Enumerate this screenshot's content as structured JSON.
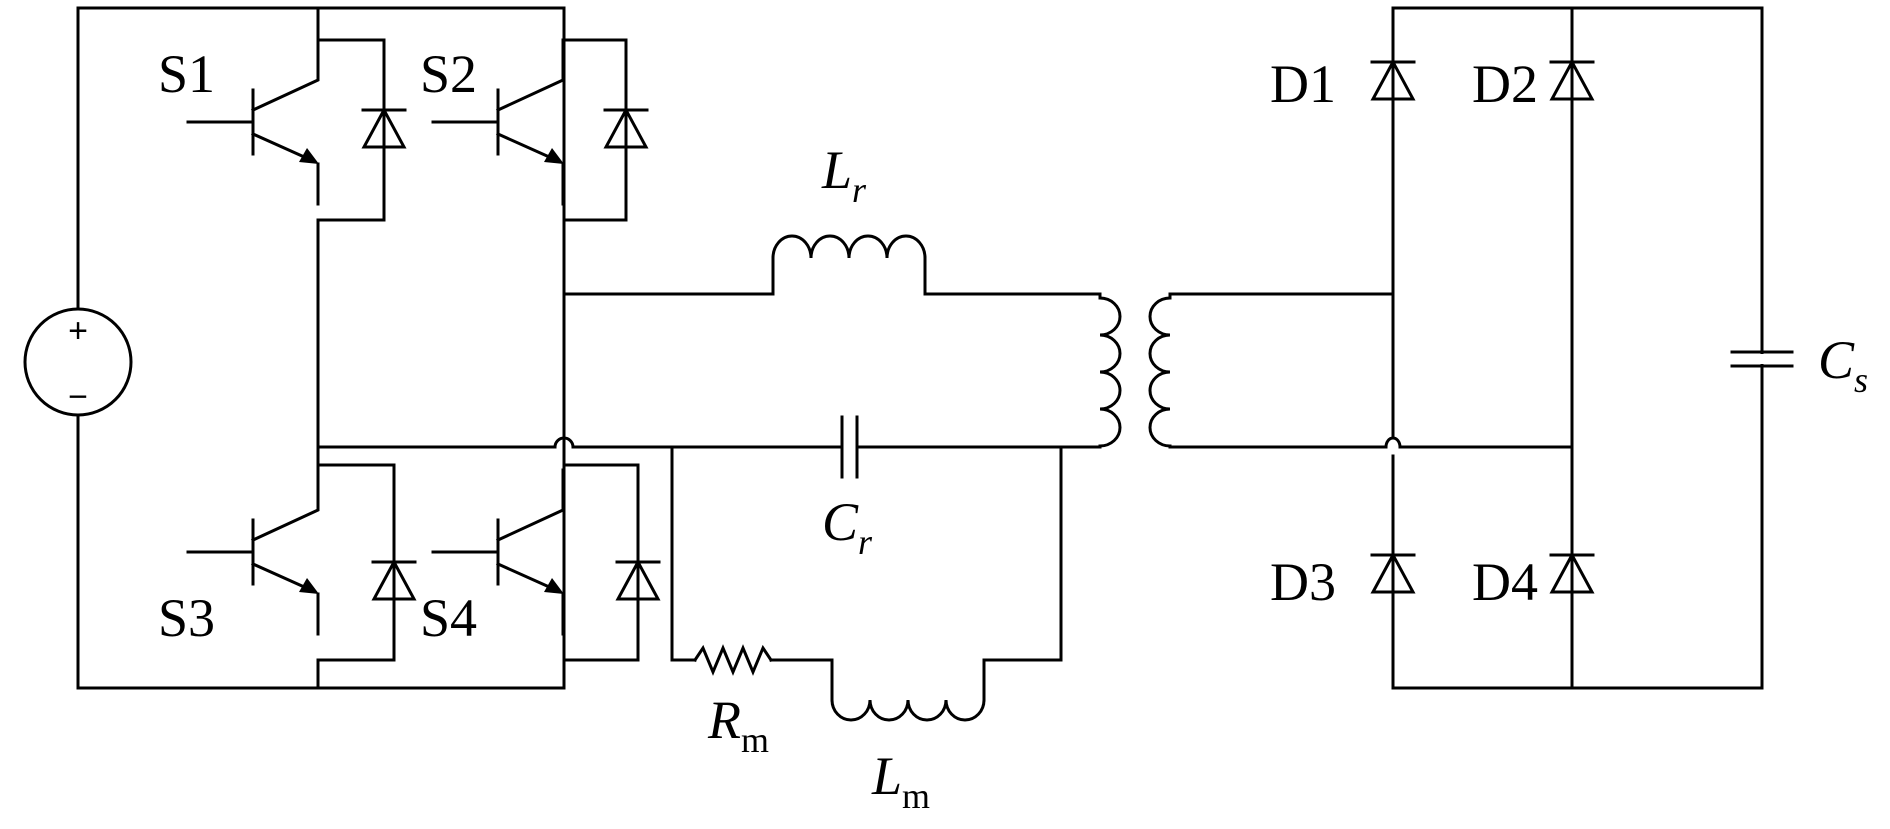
{
  "source": {
    "plus": "+",
    "minus": "−"
  },
  "switches": {
    "s1": "S1",
    "s2": "S2",
    "s3": "S3",
    "s4": "S4"
  },
  "diodes": {
    "d1": "D1",
    "d2": "D2",
    "d3": "D3",
    "d4": "D4"
  },
  "components": {
    "lr": {
      "symbol": "L",
      "sub": "r"
    },
    "cr": {
      "symbol": "C",
      "sub": "r"
    },
    "rm": {
      "symbol": "R",
      "sub": "m"
    },
    "lm": {
      "symbol": "L",
      "sub": "m"
    },
    "cs": {
      "symbol": "C",
      "sub": "s"
    }
  }
}
